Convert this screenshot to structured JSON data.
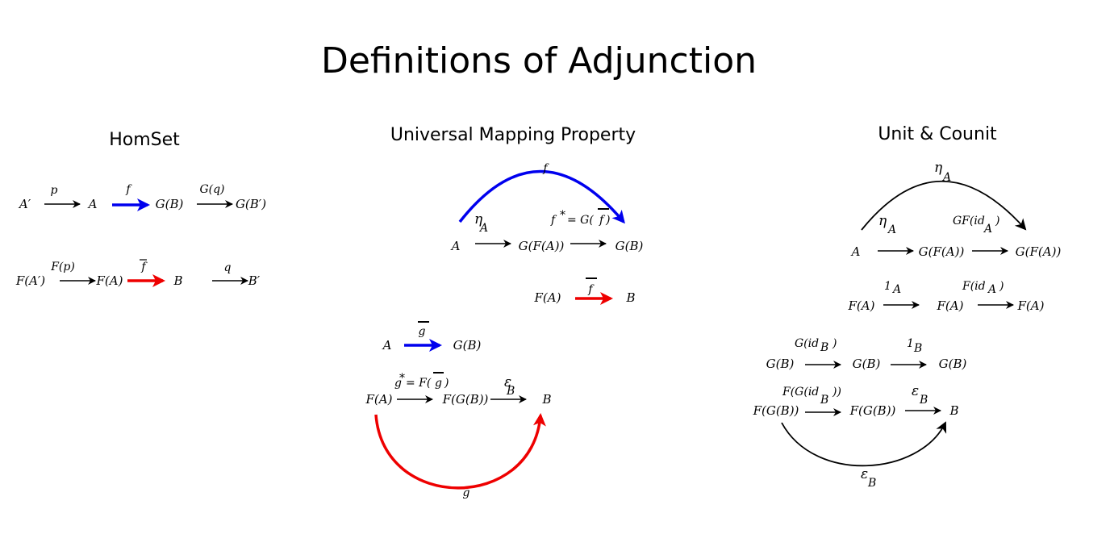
{
  "title": "Definitions of Adjunction",
  "colors": {
    "blue": "#0000ee",
    "red": "#ee0000",
    "black": "#000000"
  },
  "homset": {
    "heading": "HomSet",
    "row1": {
      "a_prime": "A′",
      "a": "A",
      "gb": "G(B)",
      "gb_prime": "G(B′)",
      "p": "p",
      "f": "f",
      "gq": "G(q)"
    },
    "row2": {
      "fa_prime": "F(A′)",
      "fa": "F(A)",
      "b": "B",
      "b_prime": "B′",
      "fp": "F(p)",
      "fbar": "f",
      "q": "q"
    }
  },
  "ump": {
    "heading": "Universal Mapping Property",
    "top": {
      "f_arc": "f",
      "eta": "η",
      "eta_sub": "A",
      "fstar": "f",
      "star": "*",
      "eq_g": "= G(",
      "fbar": "f",
      "close": ")",
      "a": "A",
      "gfa": "G(F(A))",
      "gb": "G(B)"
    },
    "mid": {
      "fa": "F(A)",
      "fbar": "f",
      "b": "B"
    },
    "bottom": {
      "a": "A",
      "gbar": "g",
      "gb": "G(B)",
      "gstar": "g",
      "star": "*",
      "eq_f": "= F(",
      "gbar2": "g",
      "close": ")",
      "eps": "ε",
      "eps_sub": "B",
      "fa": "F(A)",
      "fgb": "F(G(B))",
      "b": "B",
      "g_arc": "g"
    }
  },
  "uc": {
    "heading": "Unit & Counit",
    "r1": {
      "eta_arc": "η",
      "eta_arc_sub": "A",
      "eta": "η",
      "eta_sub": "A",
      "gfid": "GF(id",
      "gfid_sub": "A",
      "gfid_close": ")",
      "a": "A",
      "gfa1": "G(F(A))",
      "gfa2": "G(F(A))"
    },
    "r2": {
      "one": "1",
      "one_sub": "A",
      "fid": "F(id",
      "fid_sub": "A",
      "fid_close": ")",
      "fa1": "F(A)",
      "fa2": "F(A)",
      "fa3": "F(A)"
    },
    "r3": {
      "gid": "G(id",
      "gid_sub": "B",
      "gid_close": ")",
      "one": "1",
      "one_sub": "B",
      "gb1": "G(B)",
      "gb2": "G(B)",
      "gb3": "G(B)"
    },
    "r4": {
      "fgid": "F(G(id",
      "fgid_sub": "B",
      "fgid_close": "))",
      "eps": "ε",
      "eps_sub": "B",
      "fgb1": "F(G(B))",
      "fgb2": "F(G(B))",
      "b": "B",
      "eps_arc": "ε",
      "eps_arc_sub": "B"
    }
  }
}
